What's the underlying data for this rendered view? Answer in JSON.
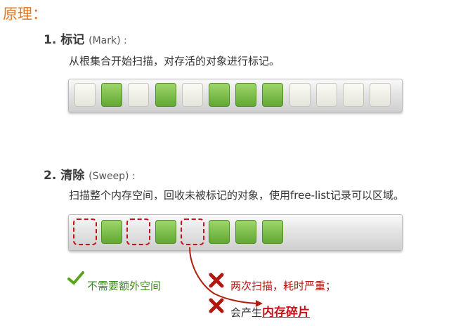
{
  "title": "原理：",
  "mark": {
    "heading": "1.  标记",
    "heading_en": "(Mark) :",
    "description": "从根集合开始扫描，对存活的对象进行标记。",
    "cells": [
      "empty",
      "filled",
      "empty",
      "filled",
      "empty",
      "filled",
      "filled",
      "filled",
      "empty",
      "empty",
      "empty",
      "empty"
    ]
  },
  "sweep": {
    "heading": "2. 清除",
    "heading_en": "(Sweep) :",
    "description": "扫描整个内存空间，回收未被标记的对象，使用free-list记录可以区域。",
    "cells": [
      "dashed",
      "filled",
      "dashed",
      "filled",
      "dashed",
      "filled",
      "filled",
      "filled"
    ]
  },
  "pros": {
    "icon": "check-icon",
    "text": "不需要额外空间"
  },
  "cons": [
    {
      "icon": "cross-icon",
      "text": "两次扫描，耗时严重；"
    },
    {
      "icon": "cross-icon",
      "text_prefix": "会产生",
      "text_strong": "内存碎片"
    }
  ],
  "colors": {
    "title": "#e07820",
    "filled_cell": "#7fbf4d",
    "empty_cell": "#f1f0e8",
    "highlight": "#c8121a",
    "pro_text": "#3e8a1d",
    "con_text": "#b31a10"
  }
}
